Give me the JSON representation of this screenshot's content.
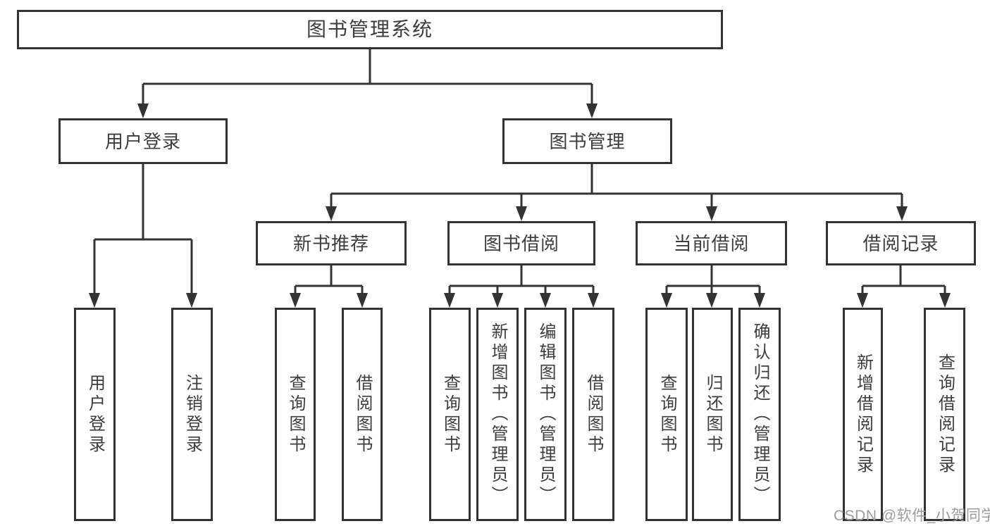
{
  "diagram": {
    "title": "图书管理系统",
    "root": {
      "id": "book-management-system",
      "label": "图书管理系统"
    },
    "level2": [
      {
        "id": "user-login",
        "label": "用户登录",
        "parent": "图书管理系统"
      },
      {
        "id": "book-management",
        "label": "图书管理",
        "parent": "图书管理系统"
      }
    ],
    "level3": [
      {
        "id": "new-book-recommend",
        "label": "新书推荐",
        "parent": "图书管理"
      },
      {
        "id": "book-borrowing",
        "label": "图书借阅",
        "parent": "图书管理"
      },
      {
        "id": "current-borrowing",
        "label": "当前借阅",
        "parent": "图书管理"
      },
      {
        "id": "borrowing-records",
        "label": "借阅记录",
        "parent": "图书管理"
      }
    ],
    "leaves": [
      {
        "id": "user-login-leaf",
        "label": "用户登录",
        "parent": "用户登录"
      },
      {
        "id": "logout-login",
        "label": "注销登录",
        "parent": "用户登录"
      },
      {
        "id": "query-books-recommend",
        "label": "查询图书",
        "parent": "新书推荐"
      },
      {
        "id": "borrow-books-recommend",
        "label": "借阅图书",
        "parent": "新书推荐"
      },
      {
        "id": "query-books-borrowing",
        "label": "查询图书",
        "parent": "图书借阅"
      },
      {
        "id": "add-books-admin",
        "label": "新增图书（管理员）",
        "parent": "图书借阅"
      },
      {
        "id": "edit-books-admin",
        "label": "编辑图书（管理员）",
        "parent": "图书借阅"
      },
      {
        "id": "borrow-books-borrowing",
        "label": "借阅图书",
        "parent": "图书借阅"
      },
      {
        "id": "query-books-current",
        "label": "查询图书",
        "parent": "当前借阅"
      },
      {
        "id": "return-books",
        "label": "归还图书",
        "parent": "当前借阅"
      },
      {
        "id": "confirm-return-admin",
        "label": "确认归还（管理员）",
        "parent": "当前借阅"
      },
      {
        "id": "add-borrow-record",
        "label": "新增借阅记录",
        "parent": "借阅记录"
      },
      {
        "id": "query-borrow-record",
        "label": "查询借阅记录",
        "parent": "借阅记录"
      }
    ]
  },
  "watermark": {
    "text": "CSDN @软件_小贺同学"
  },
  "colors": {
    "line": "#333333",
    "box_border": "#333333",
    "text": "#3d3d3d",
    "watermark": "#9c9c9c",
    "background": "#ffffff"
  }
}
